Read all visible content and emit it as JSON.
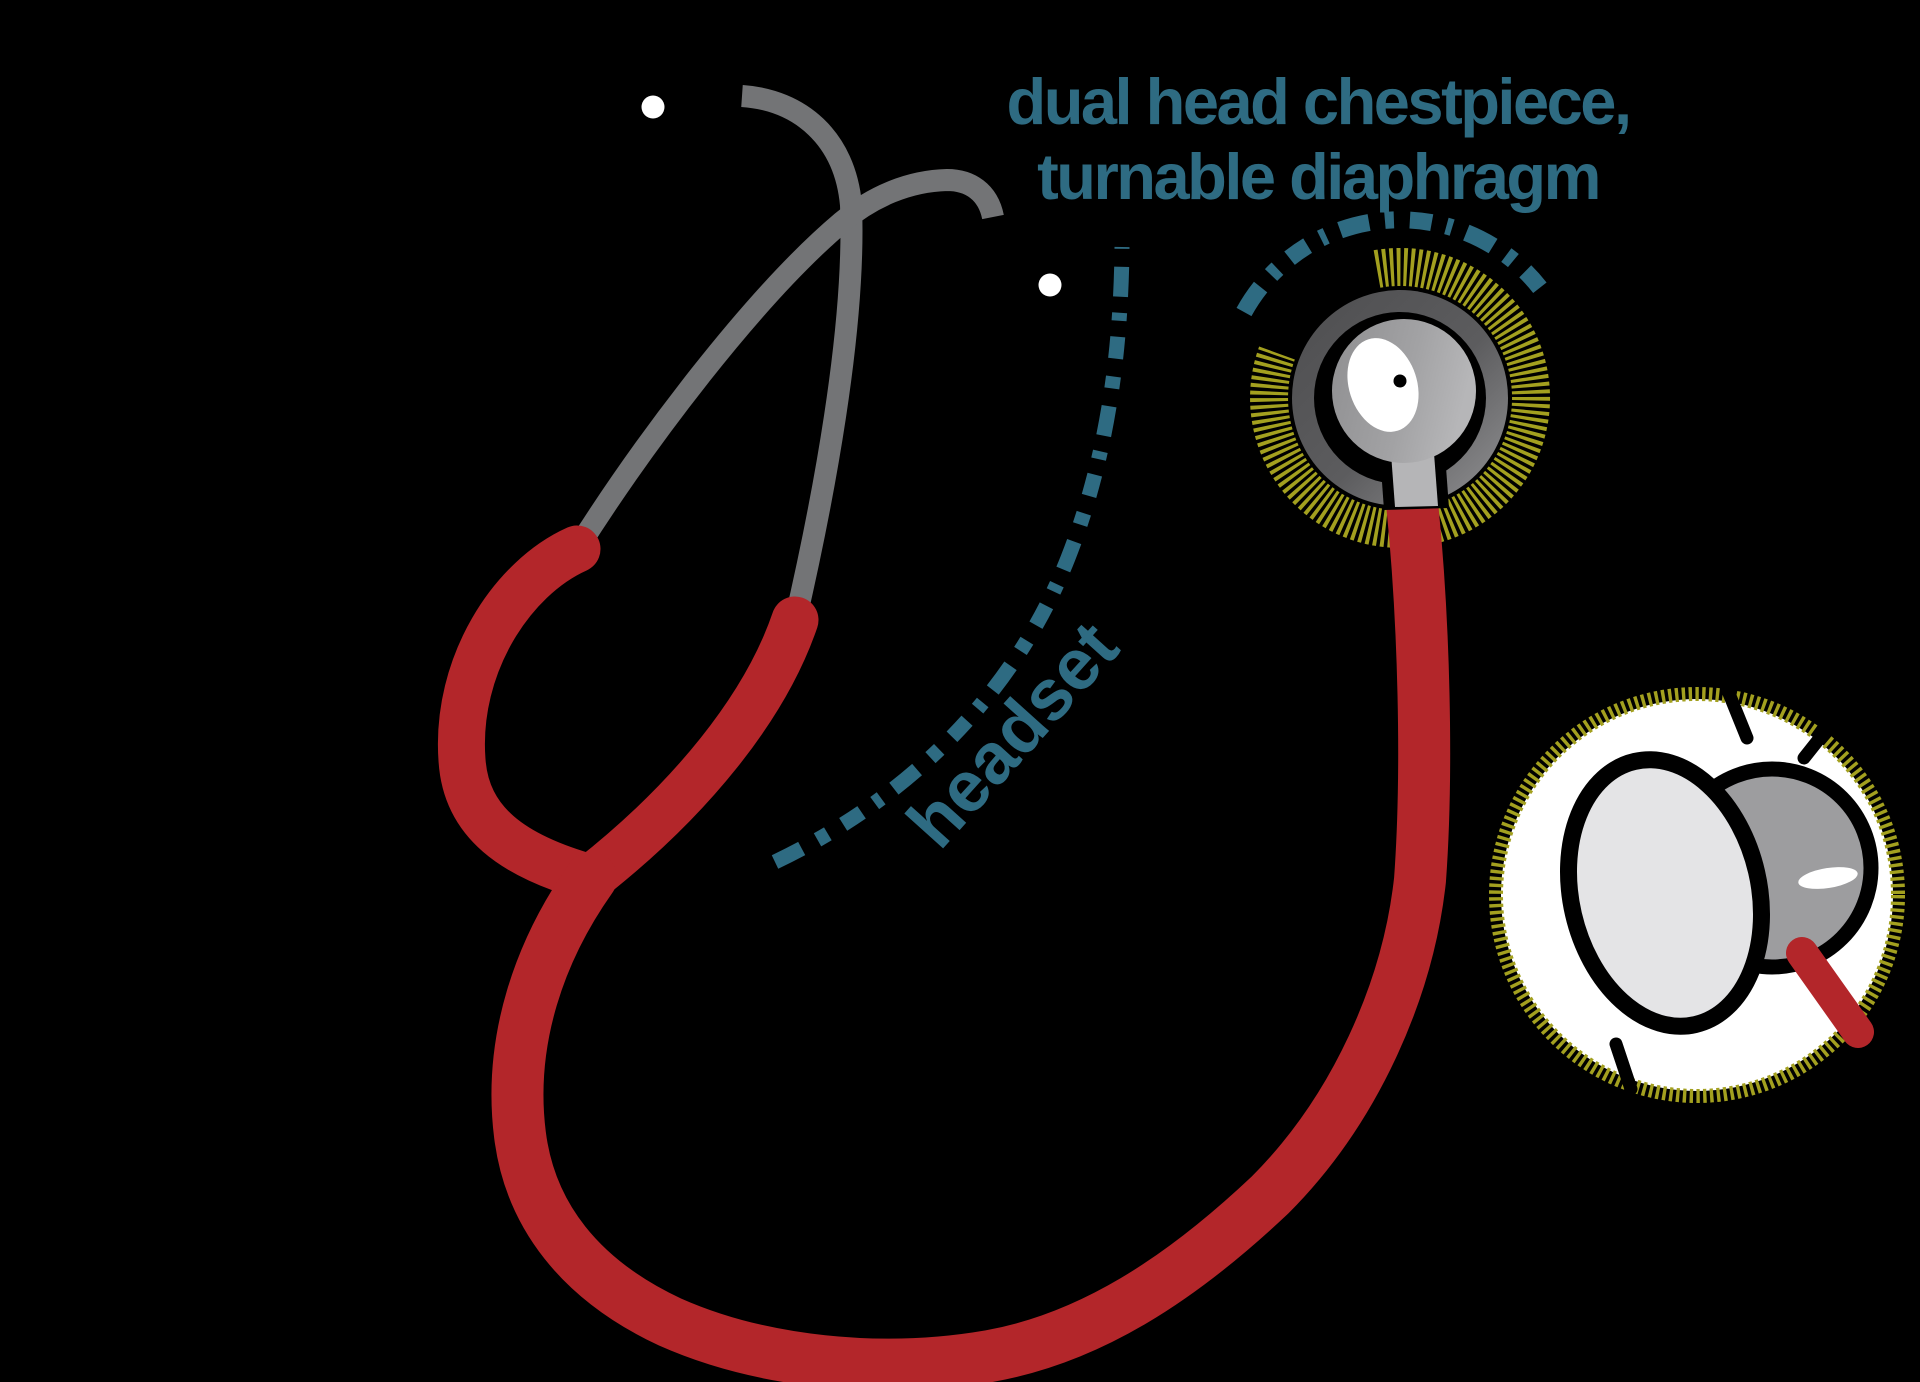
{
  "background_color": "#000000",
  "annotations": {
    "chestpiece_label": {
      "line1": "dual head chestpiece,",
      "line2": "turnable diaphragm",
      "color": "#2e6b82"
    },
    "headset_label": {
      "text": "headset",
      "color": "#2e6b82"
    }
  },
  "palette": {
    "tubing_red": "#b3262a",
    "ear_tube_gray": "#737476",
    "annotation_teal": "#2e6b82",
    "dial_tick_olive": "#a3a01f",
    "eartip_white": "#ffffff",
    "chestpiece_ring_dark": "#525254",
    "chestpiece_ring_light": "#929294",
    "chestpiece_stem_gray": "#b5b5b7",
    "inset_diaphragm_gray": "#e4e4e6",
    "inset_bell_gray": "#9d9d9f"
  }
}
